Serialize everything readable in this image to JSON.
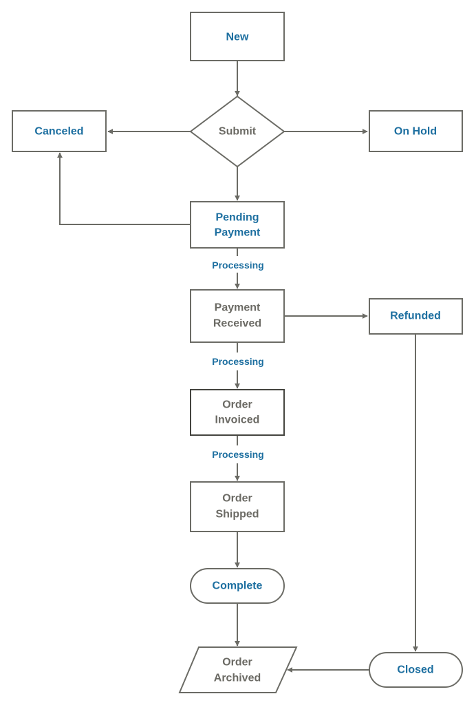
{
  "colors": {
    "stroke": "#6b6b65",
    "stroke_dark": "#44443f",
    "blue_text": "#1d6fa0",
    "gray_text": "#6b6a64",
    "fill": "#ffffff"
  },
  "nodes": {
    "new": {
      "label": "New"
    },
    "submit": {
      "label": "Submit"
    },
    "canceled": {
      "label": "Canceled"
    },
    "on_hold": {
      "label": "On Hold"
    },
    "pending_payment": {
      "line1": "Pending",
      "line2": "Payment"
    },
    "payment_received": {
      "line1": "Payment",
      "line2": "Received"
    },
    "refunded": {
      "label": "Refunded"
    },
    "order_invoiced": {
      "line1": "Order",
      "line2": "Invoiced"
    },
    "order_shipped": {
      "line1": "Order",
      "line2": "Shipped"
    },
    "complete": {
      "label": "Complete"
    },
    "order_archived": {
      "line1": "Order",
      "line2": "Archived"
    },
    "closed": {
      "label": "Closed"
    }
  },
  "edge_labels": {
    "pending_to_received": "Processing",
    "received_to_invoiced": "Processing",
    "invoiced_to_shipped": "Processing"
  }
}
